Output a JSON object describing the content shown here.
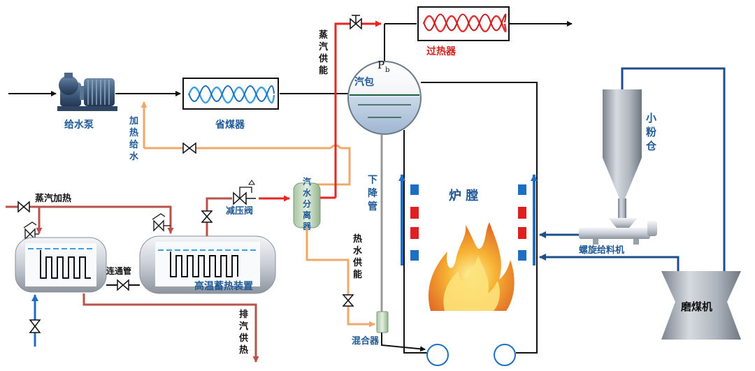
{
  "labels": {
    "feed_pump": "给水泵",
    "economizer": "省煤器",
    "superheater": "过热器",
    "steam_drum": "汽包",
    "drum_pressure_P": "P",
    "drum_pressure_sub": "b",
    "steam_supply": [
      "蒸",
      "汽",
      "供",
      "能"
    ],
    "heated_feedwater": [
      "加",
      "热",
      "给",
      "水"
    ],
    "downcomer": [
      "下",
      "降",
      "管"
    ],
    "furnace": "炉  膛",
    "powder_bin": [
      "小",
      "粉",
      "仓"
    ],
    "screw_feeder": "螺旋给料机",
    "coal_mill": "磨煤机",
    "steam_heating": "蒸汽加热",
    "pressure_reducing_valve": "减压阀",
    "separator": [
      "汽",
      "水",
      "分",
      "离",
      "器"
    ],
    "hot_water_supply": [
      "热",
      "水",
      "供",
      "能"
    ],
    "connecting_pipe": "连通管",
    "storage_device": "高温蓄热装置",
    "exhaust_supply": [
      "排",
      "汽",
      "供",
      "热"
    ],
    "mixer": "混合器"
  },
  "colors": {
    "label_blue": "#1f5a96",
    "label_red": "#d0221c",
    "steam_red": "#e8251f",
    "hot_water_orange": "#f0a868",
    "storage_brown": "#b8524a",
    "water_blue": "#1e6fc4",
    "coil_blue": "#3aa0e0",
    "coil_red": "#e03030"
  }
}
